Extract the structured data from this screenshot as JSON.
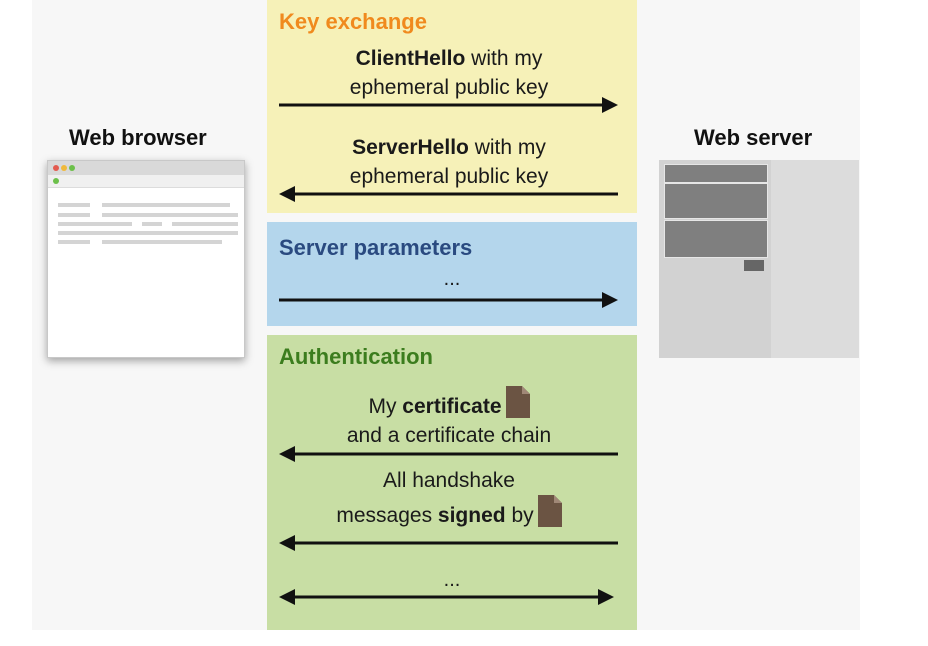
{
  "nodes": {
    "browser": "Web browser",
    "server": "Web server"
  },
  "sections": {
    "key_exchange": {
      "title": "Key exchange",
      "color": "#f08a1e",
      "client_hello": {
        "bold": "ClientHello",
        "rest": " with my",
        "line2": "ephemeral public key"
      },
      "server_hello": {
        "bold": "ServerHello",
        "rest": " with my",
        "line2": "ephemeral public key"
      }
    },
    "server_parameters": {
      "title": "Server parameters",
      "color": "#2a4a80",
      "ellipsis": "..."
    },
    "authentication": {
      "title": "Authentication",
      "color": "#3c7d1e",
      "certificate": {
        "pre": "My ",
        "bold": "certificate",
        "line2": "and a certificate chain"
      },
      "signed": {
        "line1": "All handshake",
        "pre": "messages ",
        "bold": "signed",
        "post": " by"
      },
      "ellipsis": "..."
    }
  },
  "icons": {
    "document": "document-icon",
    "arrow_color": "#111111",
    "doc_color": "#6b5443"
  }
}
